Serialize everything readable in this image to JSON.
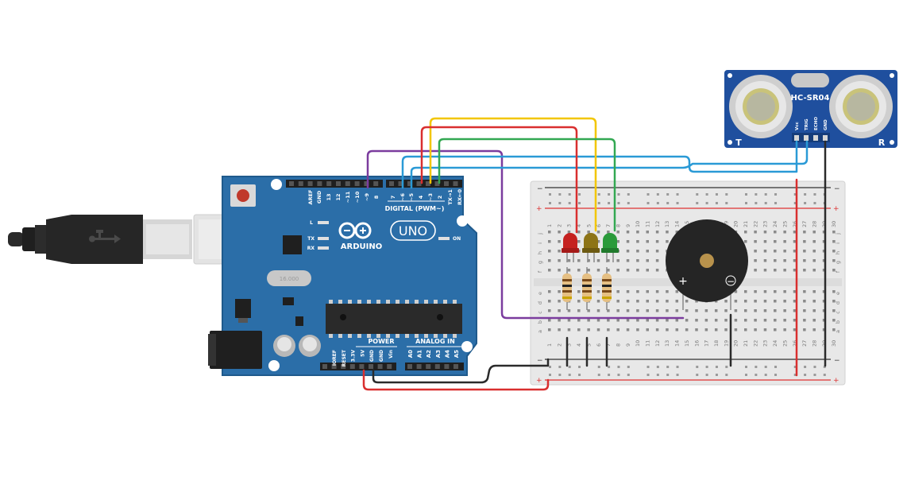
{
  "arduino": {
    "brand": "ARDUINO",
    "model": "UNO",
    "digital_label": "DIGITAL (PWM~)",
    "power_label": "POWER",
    "analog_label": "ANALOG IN",
    "on_label": "ON",
    "l_label": "L",
    "tx_label": "TX",
    "rx_label": "RX",
    "crystal_text": "16.000",
    "digital_pins": [
      "AREF",
      "GND",
      "13",
      "12",
      "~11",
      "~10",
      "~9",
      "8",
      "7",
      "~6",
      "~5",
      "4",
      "~3",
      "2",
      "TX→1",
      "RX←0"
    ],
    "power_pins": [
      "IOREF",
      "RESET",
      "3.3V",
      "5V",
      "GND",
      "GND",
      "Vin"
    ],
    "analog_pins": [
      "A0",
      "A1",
      "A2",
      "A3",
      "A4",
      "A5"
    ]
  },
  "sensor": {
    "name": "HC-SR04",
    "pins": [
      "Vcc",
      "TRIG",
      "ECHO",
      "GND"
    ],
    "left_mark": "T",
    "right_mark": "R"
  },
  "breadboard": {
    "plus": "+",
    "minus": "−",
    "rows_top": [
      "j",
      "i",
      "h",
      "g",
      "f"
    ],
    "rows_bottom": [
      "e",
      "d",
      "c",
      "b",
      "a"
    ],
    "column_numbers": [
      "1",
      "2",
      "3",
      "4",
      "5",
      "6",
      "7",
      "8",
      "9",
      "10",
      "11",
      "12",
      "13",
      "14",
      "15",
      "16",
      "17",
      "18",
      "19",
      "20",
      "21",
      "22",
      "23",
      "24",
      "25",
      "26",
      "27",
      "28",
      "29",
      "30"
    ]
  },
  "buzzer": {
    "plus": "+",
    "minus": "−"
  },
  "colors": {
    "board": "#2b6ea8",
    "wire_red": "#d92f2f",
    "wire_yellow": "#f2c600",
    "wire_green": "#33a852",
    "wire_blue": "#2a9ad6",
    "wire_purple": "#7b3c9e",
    "wire_black": "#2b2b2b",
    "led_red": "#c5211f",
    "led_yellow": "#8d7417",
    "led_green": "#2a9a3a",
    "sensor_board": "#1f4f9e"
  }
}
